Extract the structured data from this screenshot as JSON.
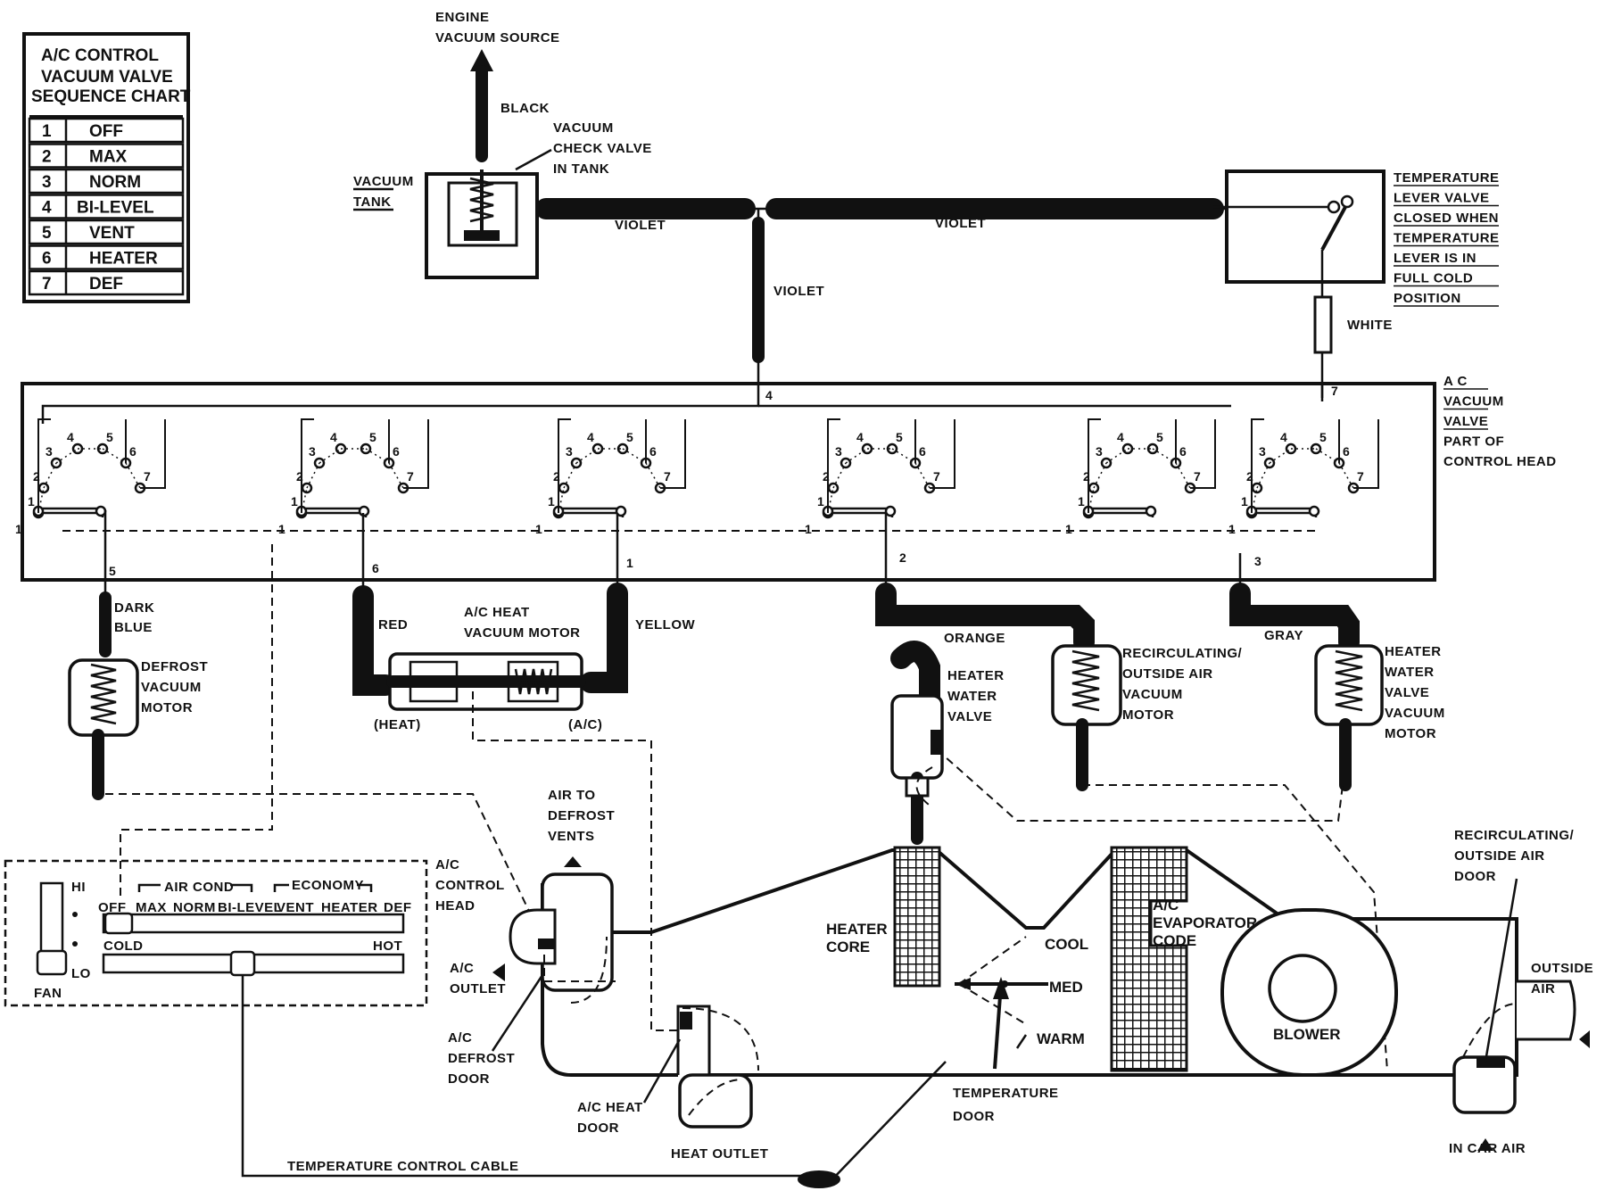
{
  "chart_title": [
    "A/C CONTROL",
    "VACUUM VALVE",
    "SEQUENCE CHART"
  ],
  "sequence": [
    {
      "n": "1",
      "mode": "OFF"
    },
    {
      "n": "2",
      "mode": "MAX"
    },
    {
      "n": "3",
      "mode": "NORM"
    },
    {
      "n": "4",
      "mode": "BI-LEVEL"
    },
    {
      "n": "5",
      "mode": "VENT"
    },
    {
      "n": "6",
      "mode": "HEATER"
    },
    {
      "n": "7",
      "mode": "DEF"
    }
  ],
  "labels": {
    "engine_vacuum": [
      "ENGINE",
      "VACUUM SOURCE"
    ],
    "black": "BLACK",
    "check_valve": [
      "VACUUM",
      "CHECK VALVE",
      "IN TANK"
    ],
    "vacuum_tank": [
      "VACUUM",
      "TANK"
    ],
    "violet": "VIOLET",
    "temp_lever_valve": [
      "TEMPERATURE",
      "LEVER VALVE",
      "CLOSED WHEN",
      "TEMPERATURE",
      "LEVER IS IN",
      "FULL COLD",
      "POSITION"
    ],
    "white": "WHITE",
    "ac_vacuum_valve": [
      "A C",
      "VACUUM",
      "VALVE",
      "PART OF",
      "CONTROL HEAD"
    ],
    "dark_blue": [
      "DARK",
      "BLUE"
    ],
    "red": "RED",
    "yellow": "YELLOW",
    "orange": "ORANGE",
    "gray": "GRAY",
    "ac_heat_motor": [
      "A/C HEAT",
      "VACUUM MOTOR"
    ],
    "heat": "(HEAT)",
    "ac": "(A/C)",
    "defrost_motor": [
      "DEFROST",
      "VACUUM",
      "MOTOR"
    ],
    "heater_water_valve": [
      "HEATER",
      "WATER",
      "VALVE"
    ],
    "recirc_motor": [
      "RECIRCULATING/",
      "OUTSIDE AIR",
      "VACUUM",
      "MOTOR"
    ],
    "heater_valve_motor": [
      "HEATER",
      "WATER",
      "VALVE",
      "VACUUM",
      "MOTOR"
    ],
    "air_to_defrost": [
      "AIR TO",
      "DEFROST",
      "VENTS"
    ],
    "ac_control_head": [
      "A/C",
      "CONTROL",
      "HEAD"
    ],
    "ac_outlet": [
      "A/C",
      "OUTLET"
    ],
    "ac_defrost_door": [
      "A/C",
      "DEFROST",
      "DOOR"
    ],
    "ac_heat_door": [
      "A/C HEAT",
      "DOOR"
    ],
    "heat_outlet": "HEAT OUTLET",
    "heater_core": [
      "HEATER",
      "CORE"
    ],
    "cool": "COOL",
    "med": "MED",
    "warm": "WARM",
    "temperature_door": [
      "TEMPERATURE",
      "DOOR"
    ],
    "evaporator": [
      "A/C",
      "EVAPORATOR",
      "CODE"
    ],
    "blower": "BLOWER",
    "recirc_door": [
      "RECIRCULATING/",
      "OUTSIDE AIR",
      "DOOR"
    ],
    "outside_air": [
      "OUTSIDE",
      "AIR"
    ],
    "in_car_air": "IN CAR AIR",
    "temp_cable": "TEMPERATURE CONTROL CABLE"
  },
  "control_panel": {
    "hi": "HI",
    "lo": "LO",
    "fan": "FAN",
    "cold": "COLD",
    "hot": "HOT",
    "air_cond": "AIR COND",
    "economy": "ECONOMY",
    "modes": [
      "OFF",
      "MAX",
      "NORM",
      "BI-LEVEL",
      "VENT",
      "HEATER",
      "DEF"
    ]
  },
  "port_numbers": {
    "top_in": "4",
    "top_in_right": "7",
    "out_1": "5",
    "out_2": "6",
    "out_3": "1",
    "out_4": "2",
    "out_5": "3"
  },
  "valve_positions": [
    "1",
    "2",
    "3",
    "4",
    "5",
    "6",
    "7"
  ]
}
